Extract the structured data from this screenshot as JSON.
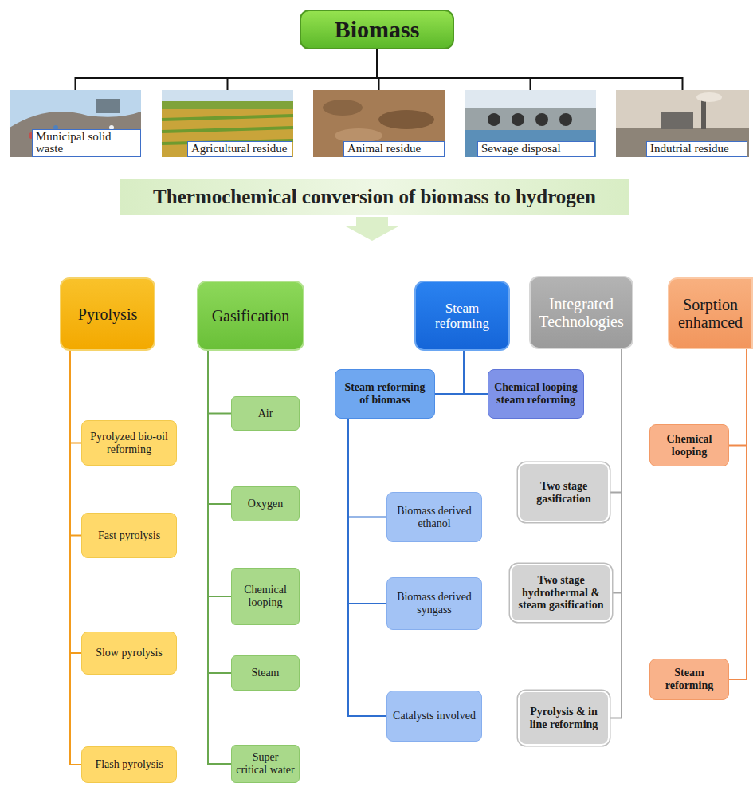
{
  "diagram": {
    "nodes": [
      {
        "text": [
          "Biomass"
        ]
      },
      {
        "text": [
          "Municipal solid waste"
        ]
      },
      {
        "text": [
          "Agricultural residue"
        ]
      },
      {
        "text": [
          "Animal residue"
        ]
      },
      {
        "text": [
          "Sewage disposal"
        ]
      },
      {
        "text": [
          "Indutrial residue"
        ]
      },
      {
        "text": [
          "Thermochemical conversion of biomass to hydrogen"
        ]
      },
      {
        "text": [
          "Pyrolysis"
        ]
      },
      {
        "text": [
          "Pyrolyzed bio-oil reforming"
        ]
      },
      {
        "text": [
          "Fast pyrolysis"
        ]
      },
      {
        "text": [
          "Slow pyrolysis"
        ]
      },
      {
        "text": [
          "Flash pyrolysis"
        ]
      },
      {
        "text": [
          "Gasification"
        ]
      },
      {
        "text": [
          "Air"
        ]
      },
      {
        "text": [
          "Oxygen"
        ]
      },
      {
        "text": [
          "Chemical looping"
        ]
      },
      {
        "text": [
          "Steam"
        ]
      },
      {
        "text": [
          "Super critical water"
        ]
      },
      {
        "text": [
          "Steam reforming"
        ]
      },
      {
        "text": [
          "Steam reforming of biomass"
        ]
      },
      {
        "text": [
          "Chemical looping steam reforming"
        ]
      },
      {
        "text": [
          "Biomass derived ethanol"
        ]
      },
      {
        "text": [
          "Biomass derived syngass"
        ]
      },
      {
        "text": [
          "Catalysts involved"
        ]
      },
      {
        "text": [
          "Integrated Technologies"
        ]
      },
      {
        "text": [
          "Two stage gasification"
        ]
      },
      {
        "text": [
          "Two stage hydrothermal & steam gasification"
        ]
      },
      {
        "text": [
          "Pyrolysis & in line reforming"
        ]
      },
      {
        "text": [
          "Sorption enhamced"
        ]
      },
      {
        "text": [
          "Chemical looping"
        ]
      },
      {
        "text": [
          "Steam reforming"
        ]
      }
    ],
    "edges": [
      {
        "from": 0,
        "to": 1,
        "arrow": "none"
      },
      {
        "from": 0,
        "to": 2,
        "arrow": "none"
      },
      {
        "from": 0,
        "to": 3,
        "arrow": "none"
      },
      {
        "from": 0,
        "to": 4,
        "arrow": "none"
      },
      {
        "from": 0,
        "to": 5,
        "arrow": "none"
      },
      {
        "from": 7,
        "to": 8,
        "arrow": "none"
      },
      {
        "from": 7,
        "to": 9,
        "arrow": "none"
      },
      {
        "from": 7,
        "to": 10,
        "arrow": "none"
      },
      {
        "from": 7,
        "to": 11,
        "arrow": "none"
      },
      {
        "from": 12,
        "to": 13,
        "arrow": "none"
      },
      {
        "from": 12,
        "to": 14,
        "arrow": "none"
      },
      {
        "from": 12,
        "to": 15,
        "arrow": "none"
      },
      {
        "from": 12,
        "to": 16,
        "arrow": "none"
      },
      {
        "from": 12,
        "to": 17,
        "arrow": "none"
      },
      {
        "from": 18,
        "to": 19,
        "arrow": "none"
      },
      {
        "from": 18,
        "to": 20,
        "arrow": "none"
      },
      {
        "from": 19,
        "to": 21,
        "arrow": "none"
      },
      {
        "from": 19,
        "to": 22,
        "arrow": "none"
      },
      {
        "from": 19,
        "to": 23,
        "arrow": "none"
      },
      {
        "from": 24,
        "to": 25,
        "arrow": "none"
      },
      {
        "from": 24,
        "to": 26,
        "arrow": "none"
      },
      {
        "from": 24,
        "to": 27,
        "arrow": "none"
      },
      {
        "from": 28,
        "to": 29,
        "arrow": "none"
      },
      {
        "from": 28,
        "to": 30,
        "arrow": "none"
      }
    ]
  }
}
